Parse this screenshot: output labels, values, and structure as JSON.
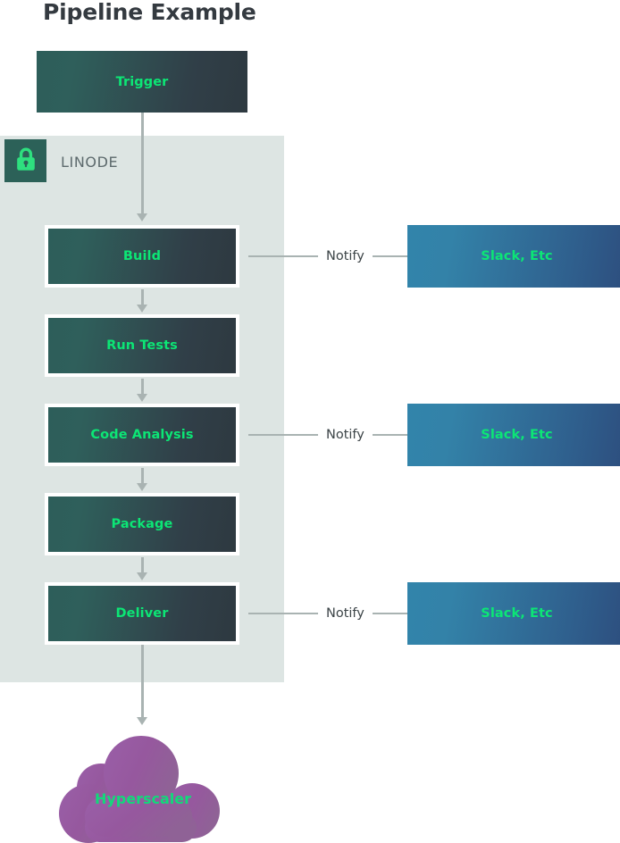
{
  "title": "Pipeline Example",
  "container": {
    "label": "LINODE",
    "icon": "lock-icon",
    "badge_color": "#2c6158",
    "icon_color": "#2ee07f",
    "panel_color": "#dde5e3"
  },
  "trigger": {
    "label": "Trigger"
  },
  "stages": [
    {
      "label": "Build"
    },
    {
      "label": "Run Tests"
    },
    {
      "label": "Code Analysis"
    },
    {
      "label": "Package"
    },
    {
      "label": "Deliver"
    }
  ],
  "notifications": [
    {
      "connector_label": "Notify",
      "target_label": "Slack, Etc",
      "from_stage": "Build"
    },
    {
      "connector_label": "Notify",
      "target_label": "Slack, Etc",
      "from_stage": "Code Analysis"
    },
    {
      "connector_label": "Notify",
      "target_label": "Slack, Etc",
      "from_stage": "Deliver"
    }
  ],
  "destination": {
    "label": "Hyperscaler",
    "shape": "cloud"
  },
  "colors": {
    "accent_green": "#0ce675",
    "stage_gradient_start": "#2d5e5a",
    "stage_gradient_end": "#2e3940",
    "notify_gradient_start": "#3284ab",
    "notify_gradient_end": "#2d4e7e",
    "cloud_gradient_start": "#9a5fa8",
    "cloud_gradient_end": "#8f5f93",
    "arrow_gray": "#a9b3b2",
    "title_color": "#343a40",
    "label_gray": "#5d6a6d"
  }
}
